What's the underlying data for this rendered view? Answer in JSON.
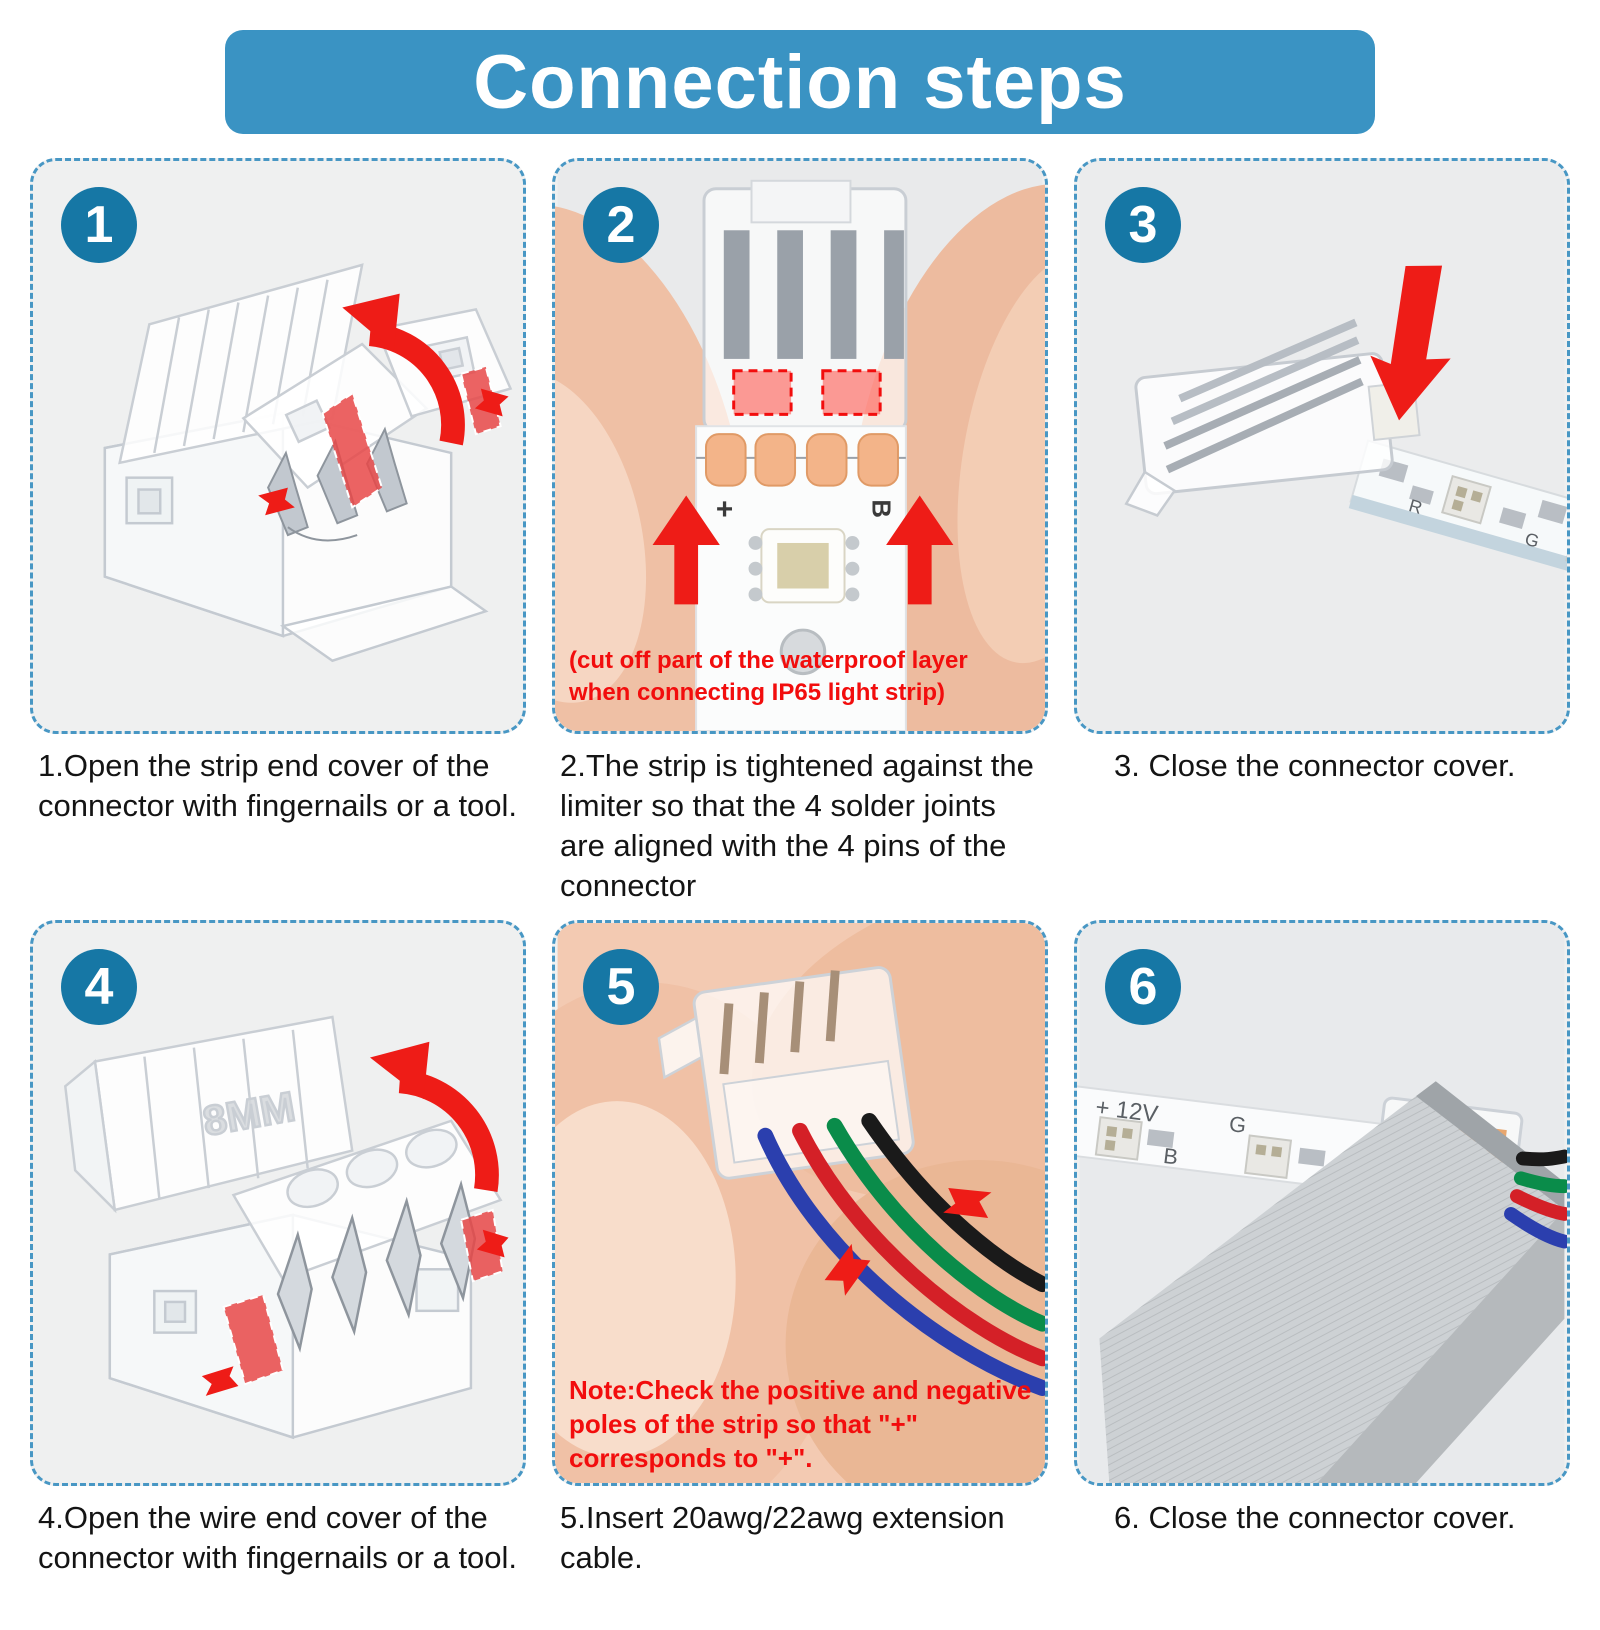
{
  "title": "Connection steps",
  "colors": {
    "banner_bg": "#3a93c3",
    "badge_bg": "#1677a5",
    "panel_bg": "#eff0f0",
    "panel_border": "#4897c4",
    "accent_red": "#ee1c17",
    "caption_color": "#141414"
  },
  "steps": [
    {
      "number": "1",
      "caption": "1.Open the strip end cover of the connector with fingernails or a tool.",
      "note": ""
    },
    {
      "number": "2",
      "caption": "2.The strip is tightened against the limiter so that the 4 solder joints are aligned with the 4 pins of the connector",
      "note": "(cut off part of the waterproof layer when connecting IP65 light strip)"
    },
    {
      "number": "3",
      "caption": "3. Close the connector cover.",
      "note": ""
    },
    {
      "number": "4",
      "caption": "4.Open the wire end cover of the connector with fingernails or a tool.",
      "note": ""
    },
    {
      "number": "5",
      "caption": "5.Insert 20awg/22awg extension cable.",
      "note": "Note:Check the positive and negative poles of the strip so that \"+\" corresponds to \"+\"."
    },
    {
      "number": "6",
      "caption": "6. Close the connector cover.",
      "note": ""
    }
  ],
  "strip_markings": {
    "plus_12v": "+ 12V",
    "plus": "+",
    "r": "R",
    "g": "G",
    "b": "B"
  },
  "connector_size_label": "8MM"
}
